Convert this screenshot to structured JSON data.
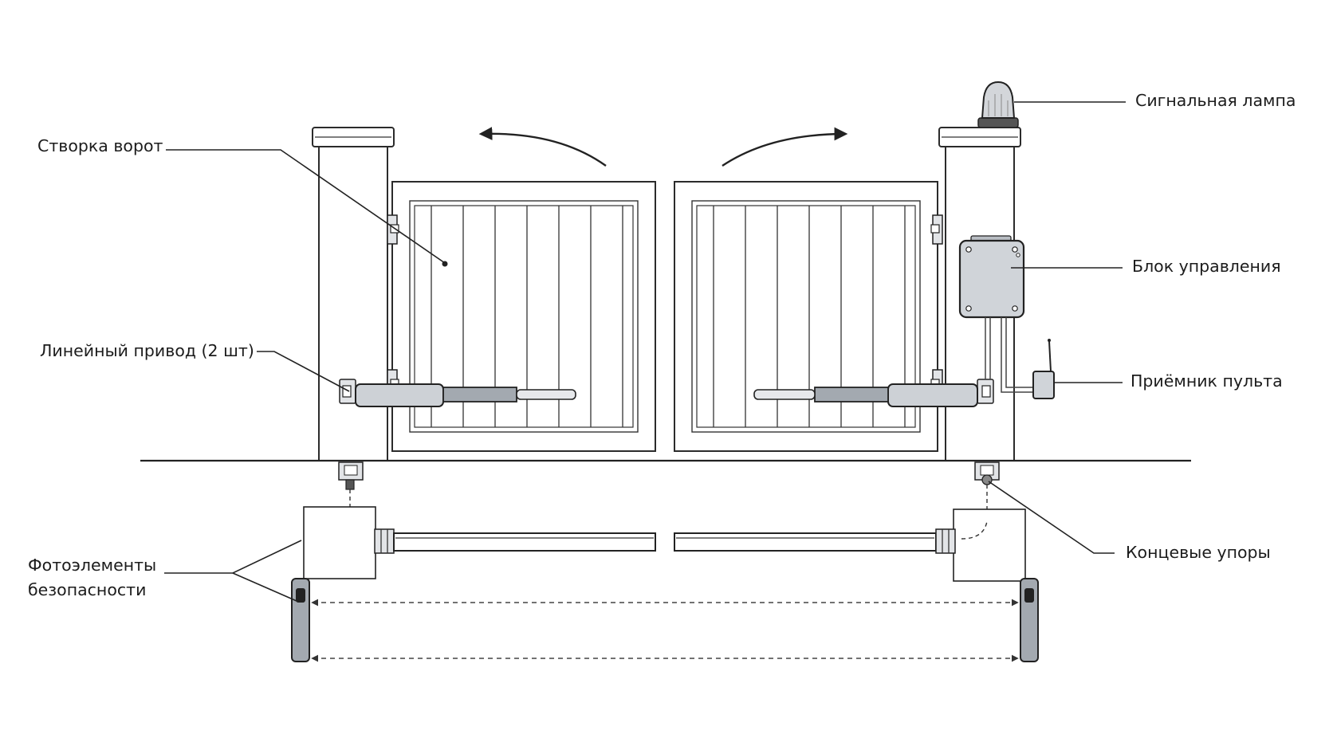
{
  "labels": {
    "signal_lamp": "Сигнальная лампа",
    "gate_leaf": "Створка ворот",
    "control_unit": "Блок управления",
    "linear_actuator": "Линейный привод (2 шт)",
    "remote_receiver": "Приёмник пульта",
    "photocells_line1": "Фотоэлементы",
    "photocells_line2": "безопасности",
    "end_stops": "Концевые упоры"
  },
  "colors": {
    "outline": "#2b2b2b",
    "metal": "#c9cdd2",
    "metal_dark": "#9ea4ab",
    "background": "#ffffff"
  },
  "icons": {
    "lamp": "warning-lamp-icon",
    "rotation": "curved-arrow-icon"
  }
}
